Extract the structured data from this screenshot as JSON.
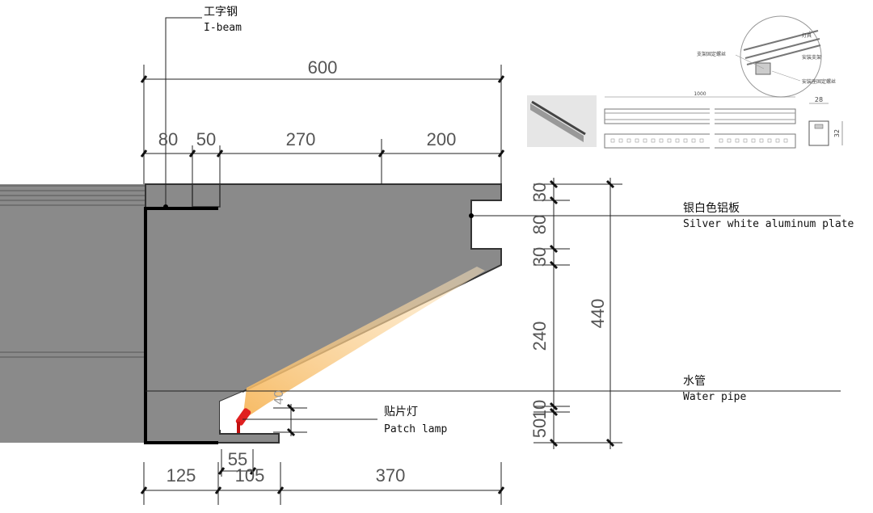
{
  "labels": {
    "ibeam_cn": "工字钢",
    "ibeam_en": "I-beam",
    "plate_cn": "银白色铝板",
    "plate_en": "Silver white aluminum plate",
    "pipe_cn": "水管",
    "pipe_en": "Water pipe",
    "lamp_cn": "贴片灯",
    "lamp_en": "Patch lamp"
  },
  "dimensions": {
    "top_total": "600",
    "top_segments": [
      "80",
      "50",
      "270",
      "200"
    ],
    "right_segments": [
      "30",
      "80",
      "30",
      "240",
      "10",
      "50"
    ],
    "right_total": "440",
    "bottom_segments": [
      "125",
      "105",
      "370"
    ],
    "bottom_small": "55",
    "lamp_height": "40"
  },
  "inset": {
    "callouts": [
      "灯具",
      "安装支架",
      "支架固定螺丝",
      "安装座固定螺丝"
    ],
    "length": "1000",
    "width": "28",
    "height": "32"
  },
  "colors": {
    "wall": "#8a8a8a",
    "beam": "#f7c27a",
    "lamp": "#e02020"
  }
}
